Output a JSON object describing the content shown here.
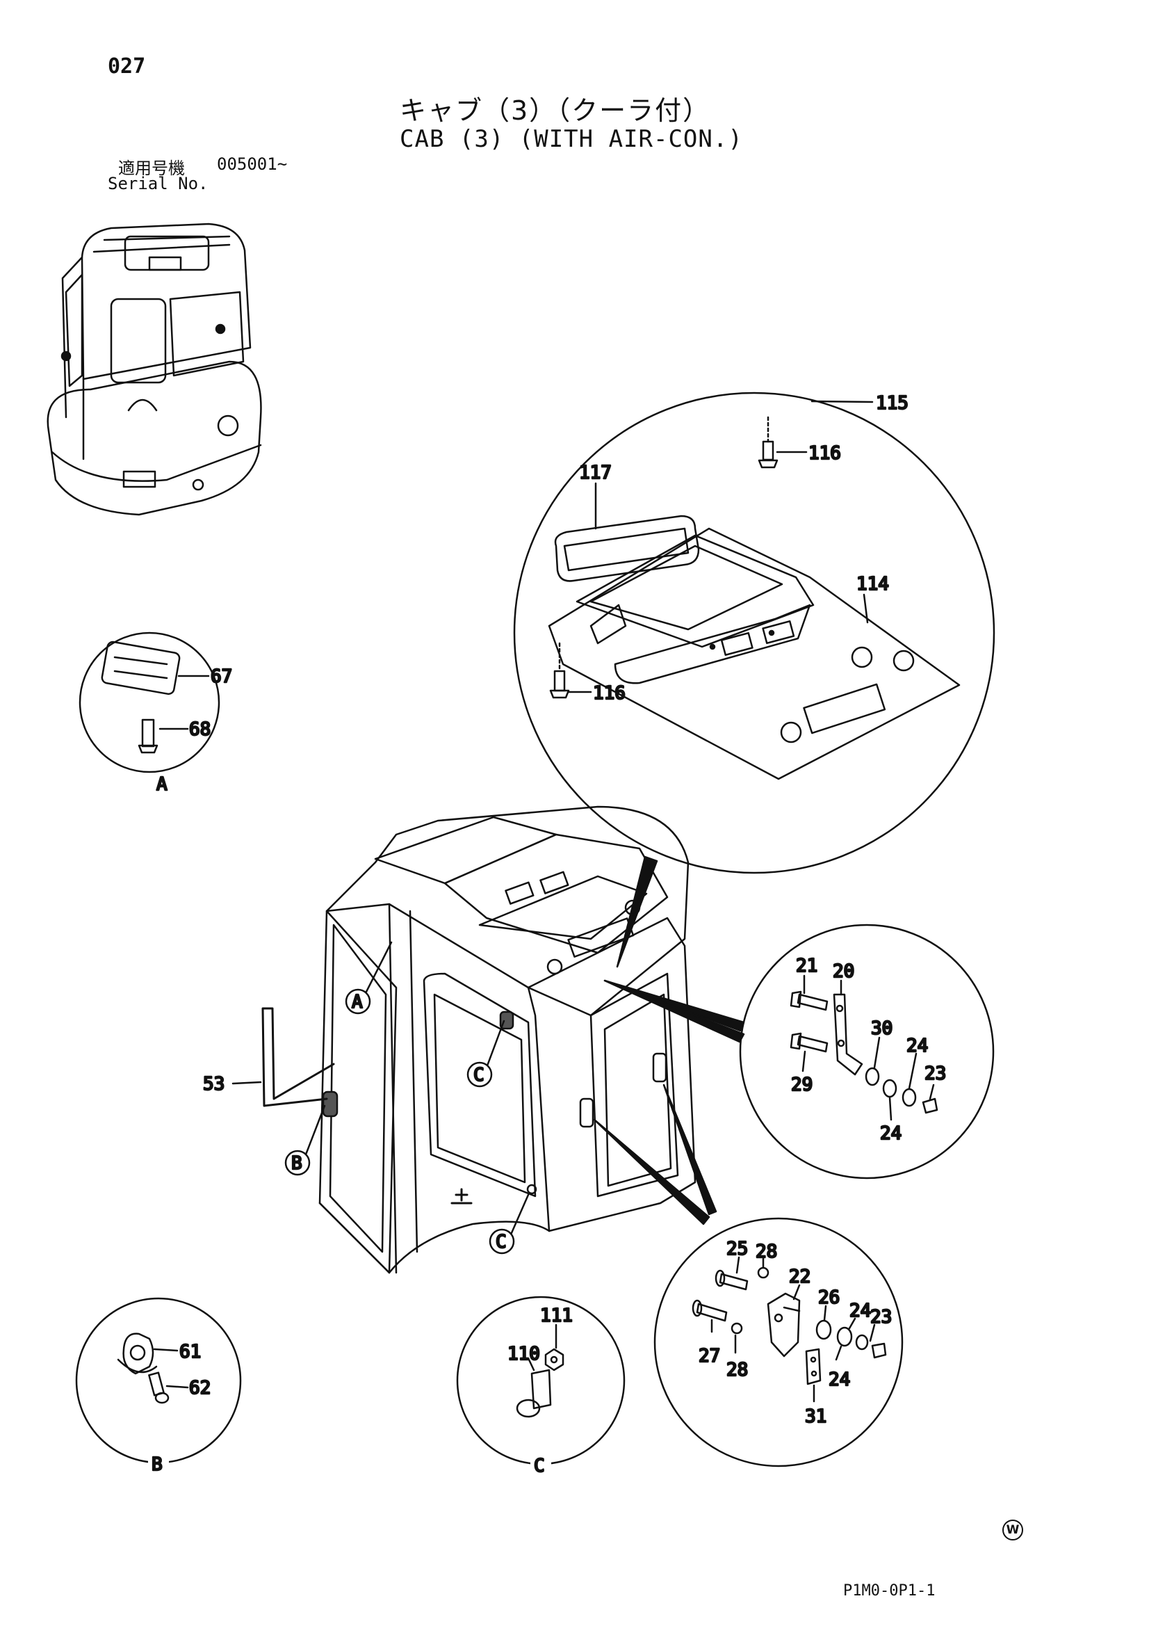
{
  "header": {
    "page_number": "027",
    "title_jp": "キャブ（3）（クーラ付）",
    "title_en": "CAB (3) (WITH AIR-CON.)",
    "serial_jp": "適用号機",
    "serial_value": "005001~",
    "serial_en": "Serial No."
  },
  "callouts": {
    "p115": "115",
    "p116a": "116",
    "p117": "117",
    "p114": "114",
    "p116b": "116",
    "p67": "67",
    "p68": "68",
    "p21": "21",
    "p20": "20",
    "p30": "30",
    "p24a": "24",
    "p23a": "23",
    "p29": "29",
    "p24b": "24",
    "p53": "53",
    "p25": "25",
    "p28a": "28",
    "p22": "22",
    "p26": "26",
    "p24c": "24",
    "p23b": "23",
    "p27": "27",
    "p28b": "28",
    "p24d": "24",
    "p31": "31",
    "p61": "61",
    "p62": "62",
    "p111": "111",
    "p110": "110"
  },
  "detail_refs": {
    "a_circle": "A",
    "a_marker": "A",
    "b_circle": "B",
    "b_marker": "B",
    "c_circle": "C",
    "c_marker1": "C",
    "c_marker2": "C"
  },
  "footer": {
    "drawing_code": "P1M0-0P1-1",
    "mark": "W"
  }
}
